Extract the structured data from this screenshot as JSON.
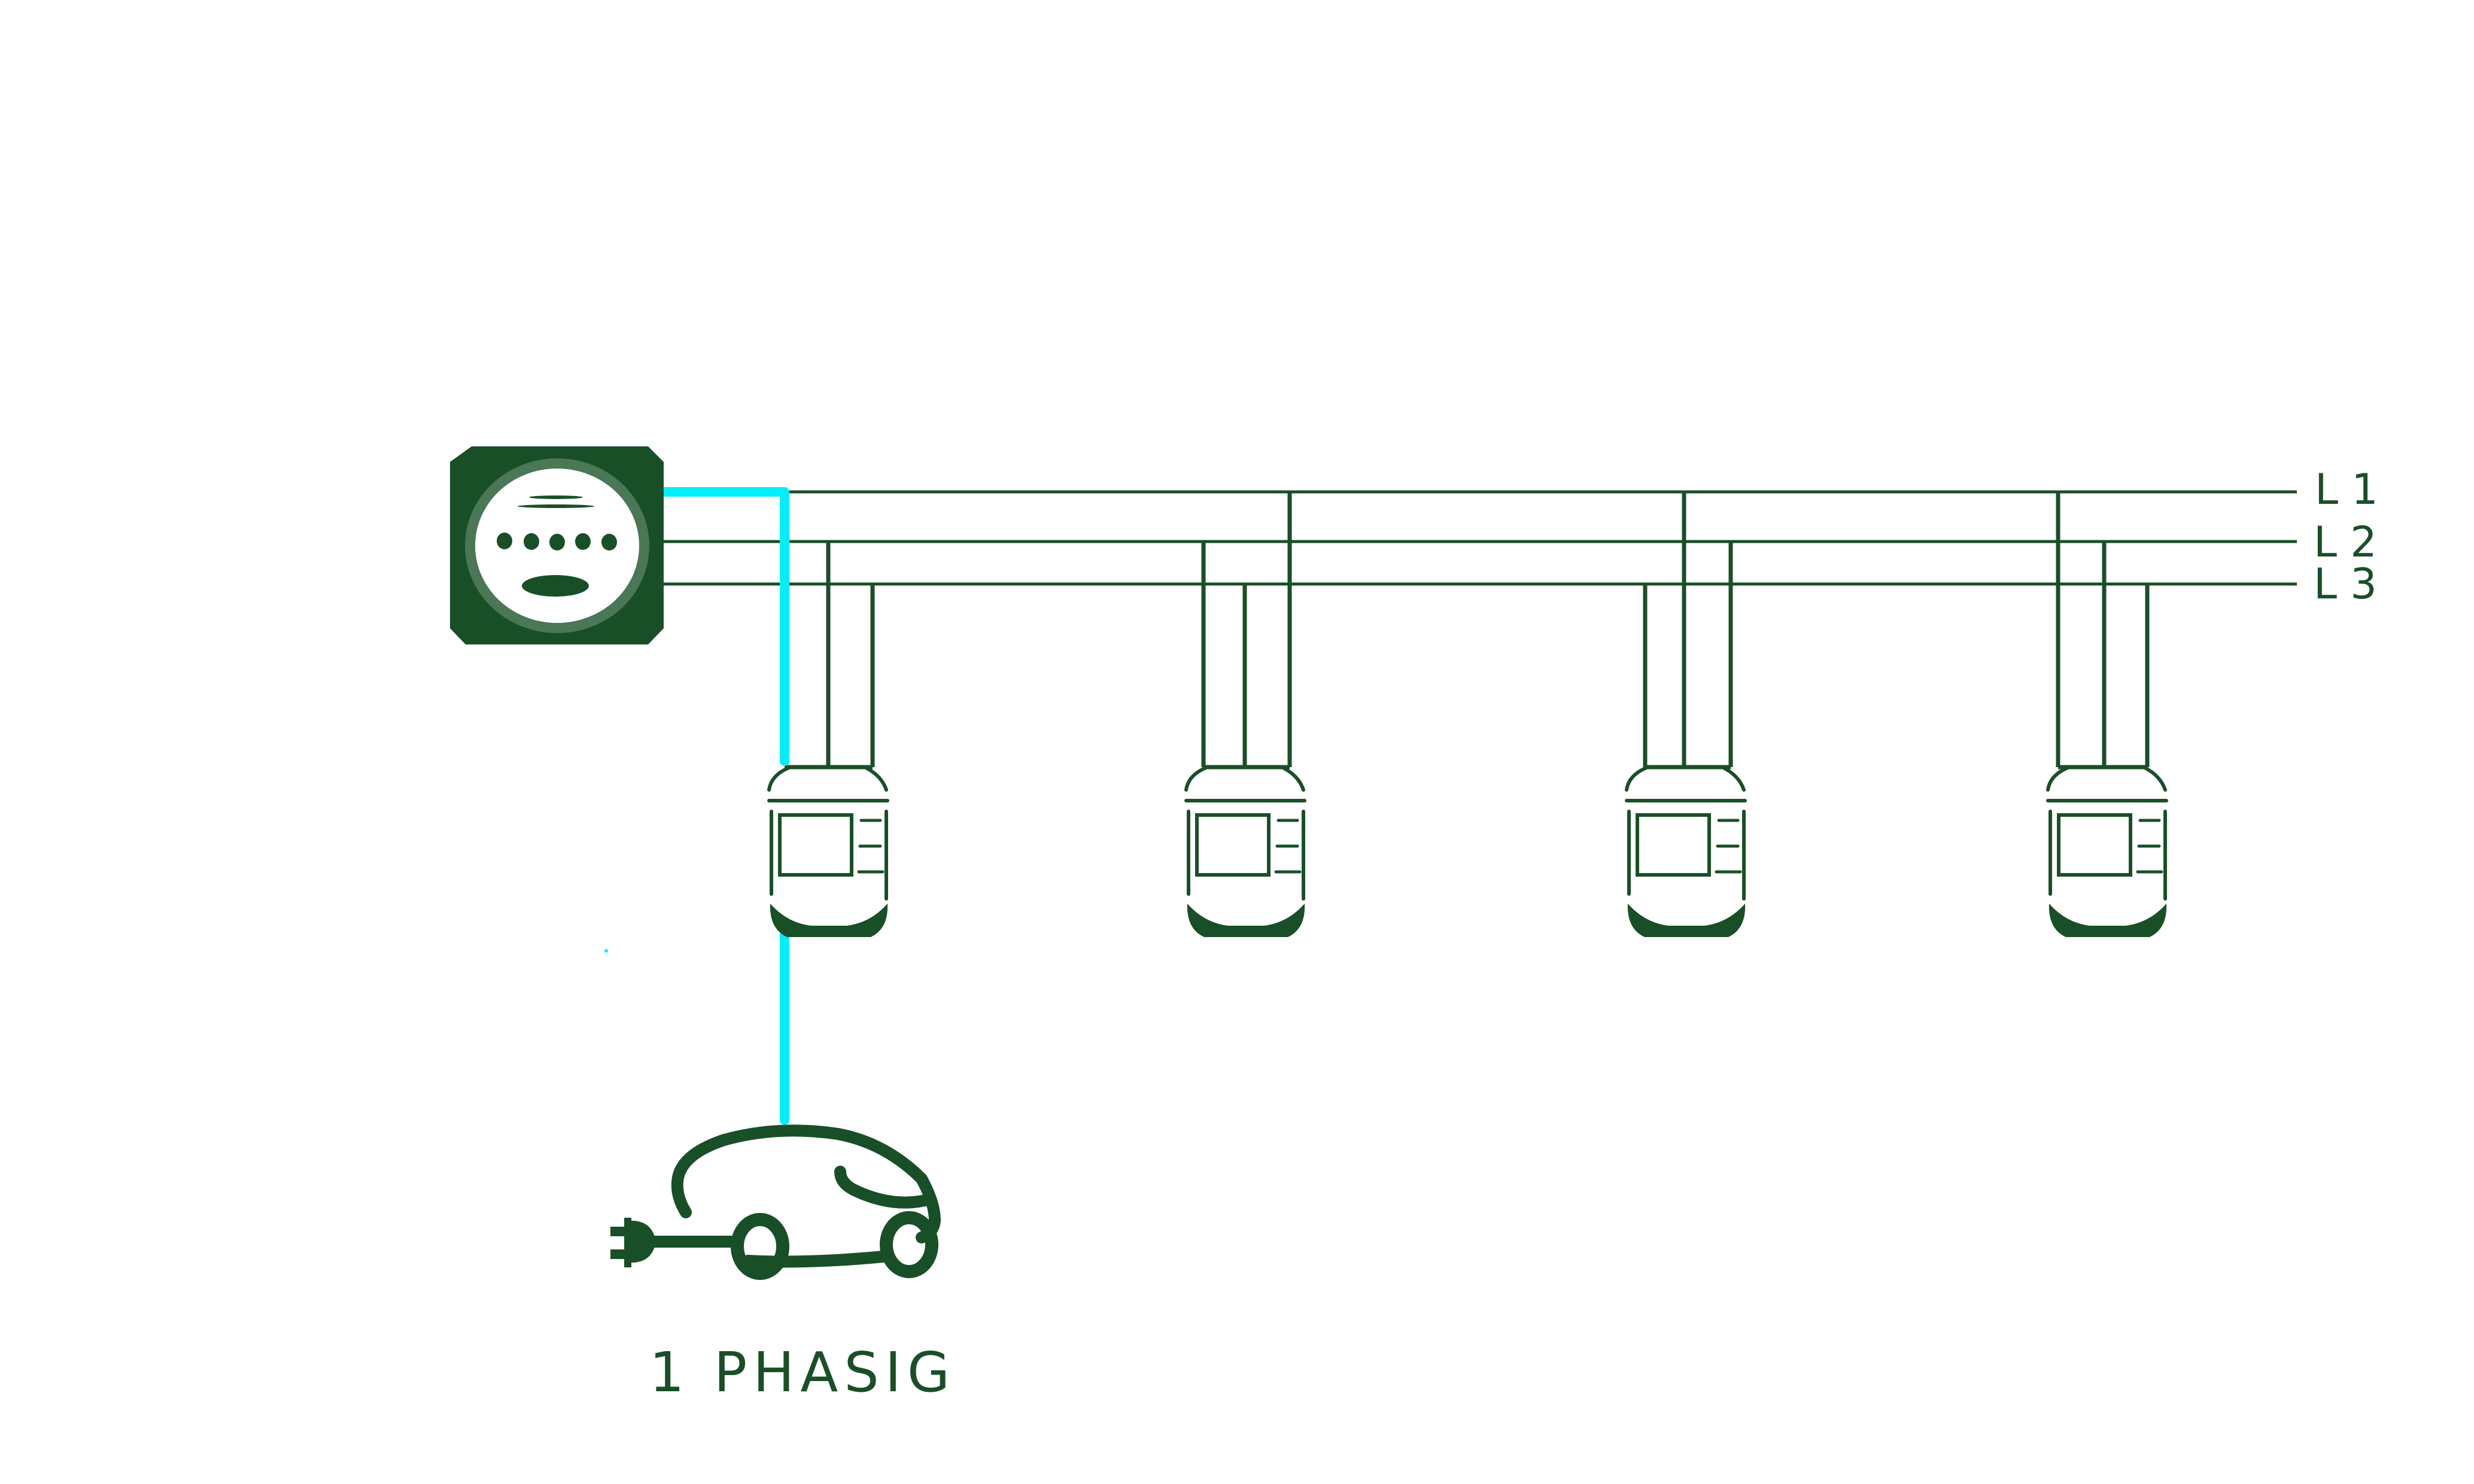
{
  "diagram": {
    "title": "",
    "colors": {
      "ink": "#194f27",
      "meter_ring": "#4a7756",
      "highlight_wire": "#00effc",
      "background": "#ffffff"
    },
    "meter": {
      "name": "electricity-meter",
      "display_dots": 5
    },
    "phases": [
      {
        "id": "L1",
        "label": "L 1"
      },
      {
        "id": "L2",
        "label": "L 2"
      },
      {
        "id": "L3",
        "label": "L 3"
      }
    ],
    "chargers": [
      {
        "id": "charger-1",
        "phase_order": [
          "L1",
          "L2",
          "L3"
        ],
        "active": true
      },
      {
        "id": "charger-2",
        "phase_order": [
          "L2",
          "L3",
          "L1"
        ],
        "active": false
      },
      {
        "id": "charger-3",
        "phase_order": [
          "L3",
          "L1",
          "L2"
        ],
        "active": false
      },
      {
        "id": "charger-4",
        "phase_order": [
          "L1",
          "L2",
          "L3"
        ],
        "active": false
      }
    ],
    "active_phase": "L1",
    "vehicle": {
      "name": "electric-car",
      "label": "1 PHASIG"
    }
  }
}
